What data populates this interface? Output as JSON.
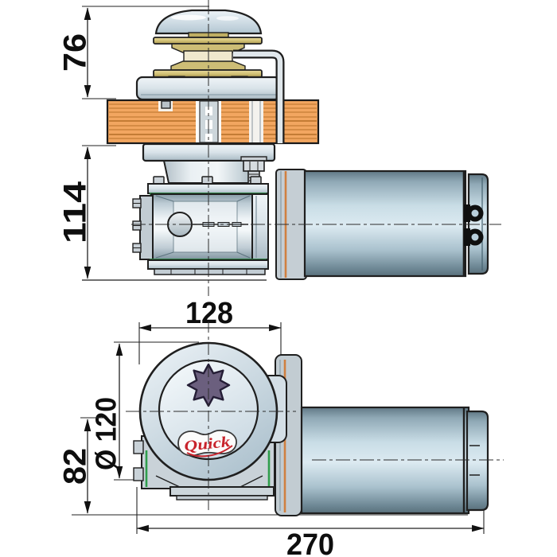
{
  "logo": {
    "text": "Quick"
  },
  "dimensions": {
    "side_view": {
      "height_above_deck": "76",
      "height_below_deck": "114"
    },
    "front_view": {
      "gearbox_width": "128",
      "gearcase_diameter": "Ø 120",
      "base_to_axis_height": "82",
      "overall_length": "270"
    }
  },
  "colors": {
    "deck_wood": "#f2a660",
    "wood_grain": "#c47c35",
    "metal_light": "#dbe5ea",
    "motor_blue": "#c9dde6",
    "brass": "#d4c378",
    "drum_cream": "#efe8cd",
    "gasket_green": "#2f9e4c",
    "gasket_orange": "#d08040",
    "knob_purple": "#6b5f7e",
    "logo_red": "#c8232b",
    "line": "#1c1c1c"
  }
}
